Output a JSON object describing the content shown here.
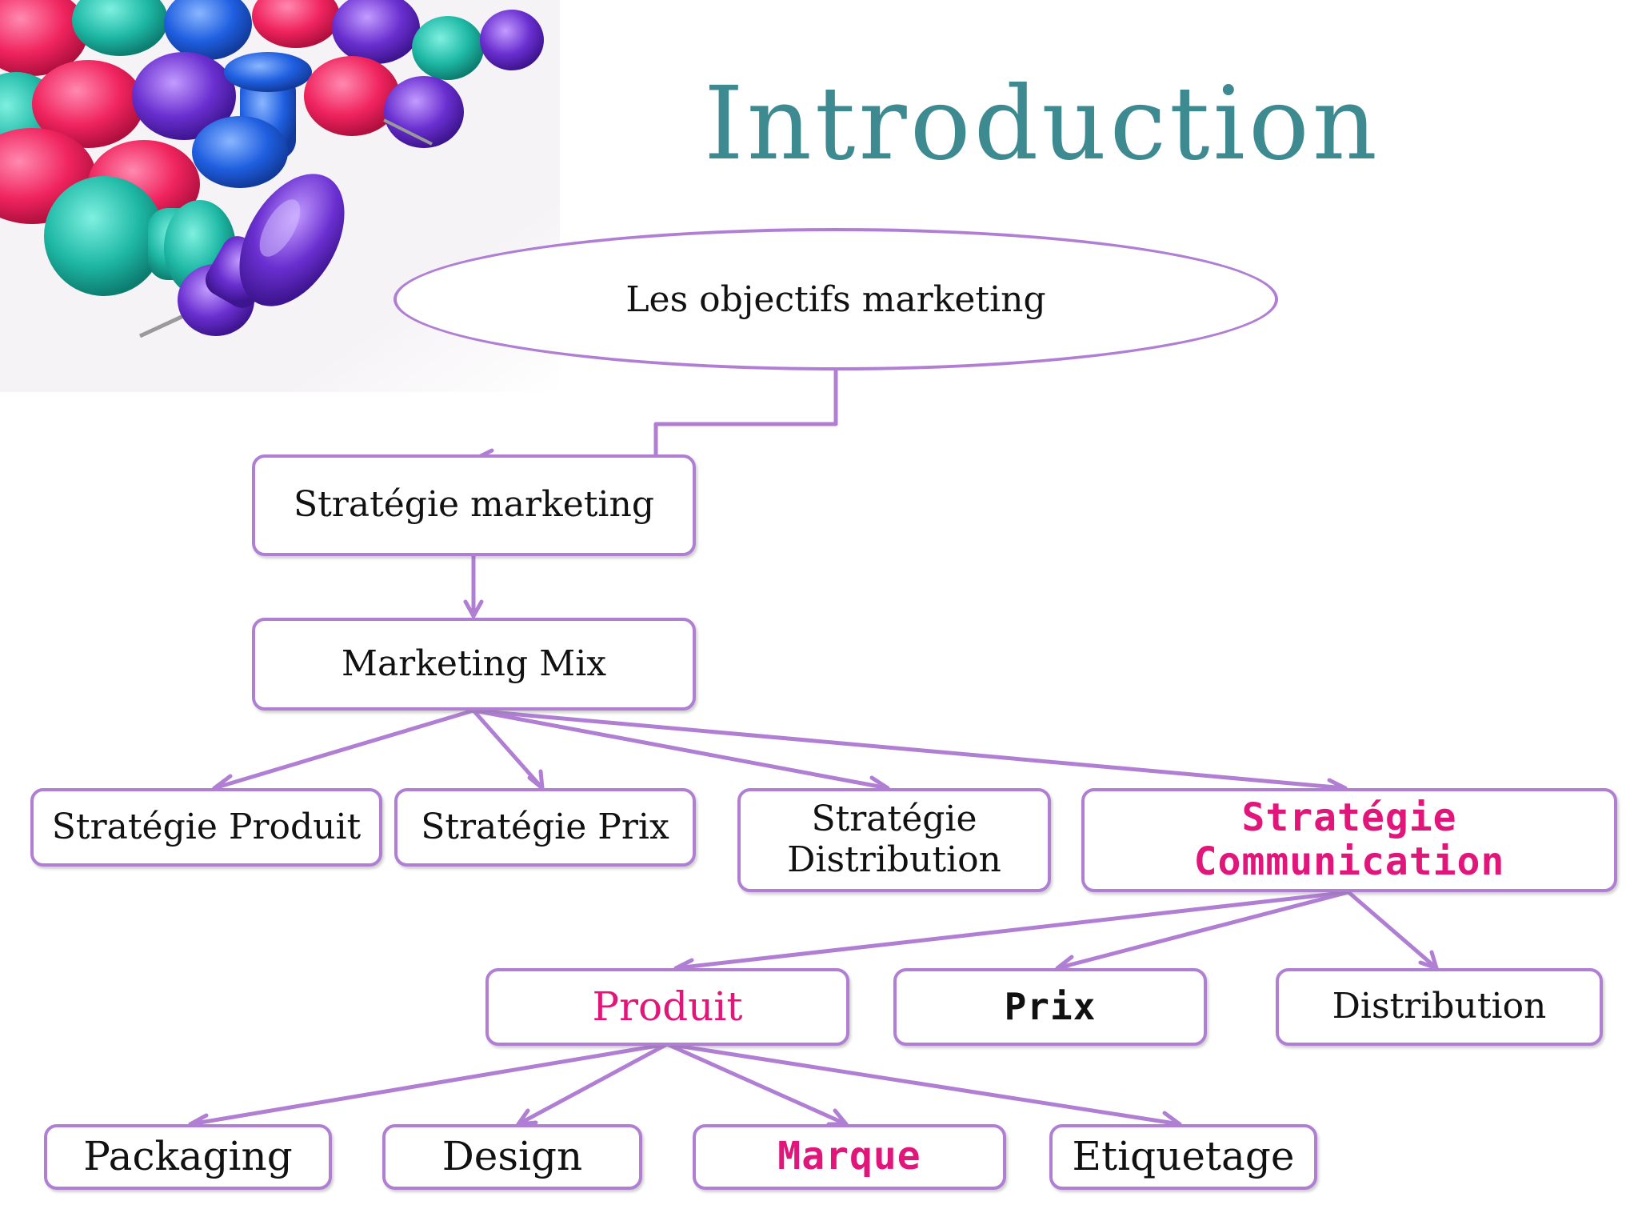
{
  "title": "Introduction",
  "colors": {
    "title": "#3e8a91",
    "border": "#b07fd4",
    "highlight": "#e0167a",
    "text": "#111111"
  },
  "illustration": "push-pins-photo",
  "nodes": {
    "objectives": "Les objectifs marketing",
    "strategy": "Stratégie marketing",
    "mix": "Marketing Mix",
    "product_strategy": "Stratégie Produit",
    "price_strategy": "Stratégie Prix",
    "distribution_strategy": "Stratégie Distribution",
    "communication_strategy": "Stratégie Communication",
    "produit": "Produit",
    "prix": "Prix",
    "distribution": "Distribution",
    "packaging": "Packaging",
    "design": "Design",
    "marque": "Marque",
    "etiquetage": "Etiquetage"
  },
  "edges": [
    [
      "objectives",
      "strategy"
    ],
    [
      "strategy",
      "mix"
    ],
    [
      "mix",
      "product_strategy"
    ],
    [
      "mix",
      "price_strategy"
    ],
    [
      "mix",
      "distribution_strategy"
    ],
    [
      "mix",
      "communication_strategy"
    ],
    [
      "communication_strategy",
      "produit"
    ],
    [
      "communication_strategy",
      "prix"
    ],
    [
      "communication_strategy",
      "distribution"
    ],
    [
      "produit",
      "packaging"
    ],
    [
      "produit",
      "design"
    ],
    [
      "produit",
      "marque"
    ],
    [
      "produit",
      "etiquetage"
    ]
  ]
}
